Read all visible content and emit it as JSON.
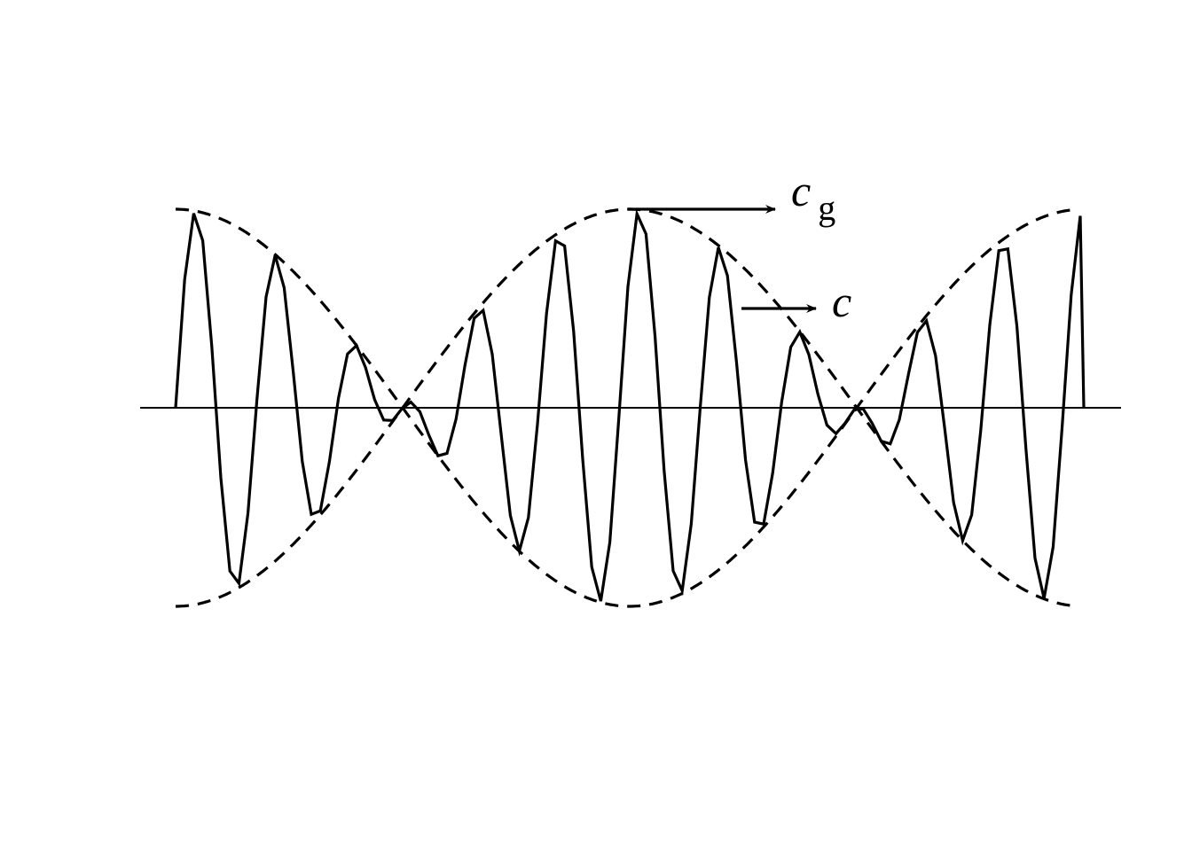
{
  "diagram": {
    "kind": "wave-packet",
    "line_color": "#000000",
    "background": "#ffffff",
    "labels": {
      "group_velocity": {
        "symbol": "c",
        "subscript": "g"
      },
      "phase_velocity": {
        "symbol": "c"
      }
    },
    "curves": {
      "carrier": {
        "style": "solid"
      },
      "envelope_upper": {
        "style": "dashed"
      },
      "envelope_lower": {
        "style": "dashed"
      },
      "axis": {
        "style": "solid"
      }
    }
  }
}
